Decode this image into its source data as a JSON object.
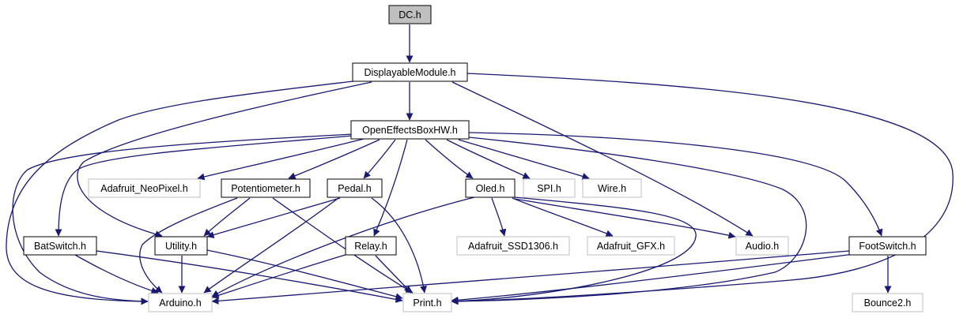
{
  "colors": {
    "edge": "#191970",
    "root_fill": "#bfbfbf",
    "node_border": "#000000",
    "external_border": "#bfbfbf",
    "background": "#ffffff"
  },
  "nodes": {
    "dc": {
      "label": "DC.h",
      "kind": "root"
    },
    "displayable": {
      "label": "DisplayableModule.h",
      "kind": "local"
    },
    "oebhw": {
      "label": "OpenEffectsBoxHW.h",
      "kind": "local"
    },
    "neopixel": {
      "label": "Adafruit_NeoPixel.h",
      "kind": "external"
    },
    "potentiometer": {
      "label": "Potentiometer.h",
      "kind": "local"
    },
    "pedal": {
      "label": "Pedal.h",
      "kind": "local"
    },
    "oled": {
      "label": "Oled.h",
      "kind": "local"
    },
    "spi": {
      "label": "SPI.h",
      "kind": "external"
    },
    "wire": {
      "label": "Wire.h",
      "kind": "external"
    },
    "batswitch": {
      "label": "BatSwitch.h",
      "kind": "local"
    },
    "utility": {
      "label": "Utility.h",
      "kind": "local"
    },
    "relay": {
      "label": "Relay.h",
      "kind": "local"
    },
    "ssd1306": {
      "label": "Adafruit_SSD1306.h",
      "kind": "external"
    },
    "gfx": {
      "label": "Adafruit_GFX.h",
      "kind": "external"
    },
    "audio": {
      "label": "Audio.h",
      "kind": "external"
    },
    "footswitch": {
      "label": "FootSwitch.h",
      "kind": "local"
    },
    "arduino": {
      "label": "Arduino.h",
      "kind": "external"
    },
    "print": {
      "label": "Print.h",
      "kind": "external"
    },
    "bounce2": {
      "label": "Bounce2.h",
      "kind": "external"
    }
  },
  "edges": [
    [
      "dc",
      "displayable"
    ],
    [
      "displayable",
      "oebhw"
    ],
    [
      "displayable",
      "arduino"
    ],
    [
      "displayable",
      "utility"
    ],
    [
      "displayable",
      "audio"
    ],
    [
      "displayable",
      "print"
    ],
    [
      "oebhw",
      "neopixel"
    ],
    [
      "oebhw",
      "potentiometer"
    ],
    [
      "oebhw",
      "pedal"
    ],
    [
      "oebhw",
      "oled"
    ],
    [
      "oebhw",
      "spi"
    ],
    [
      "oebhw",
      "wire"
    ],
    [
      "oebhw",
      "batswitch"
    ],
    [
      "oebhw",
      "arduino"
    ],
    [
      "oebhw",
      "relay"
    ],
    [
      "oebhw",
      "footswitch"
    ],
    [
      "oebhw",
      "print"
    ],
    [
      "potentiometer",
      "utility"
    ],
    [
      "potentiometer",
      "arduino"
    ],
    [
      "potentiometer",
      "print"
    ],
    [
      "pedal",
      "utility"
    ],
    [
      "pedal",
      "arduino"
    ],
    [
      "pedal",
      "print"
    ],
    [
      "oled",
      "ssd1306"
    ],
    [
      "oled",
      "gfx"
    ],
    [
      "oled",
      "audio"
    ],
    [
      "oled",
      "arduino"
    ],
    [
      "oled",
      "print"
    ],
    [
      "batswitch",
      "arduino"
    ],
    [
      "batswitch",
      "print"
    ],
    [
      "utility",
      "arduino"
    ],
    [
      "utility",
      "print"
    ],
    [
      "relay",
      "arduino"
    ],
    [
      "relay",
      "print"
    ],
    [
      "footswitch",
      "arduino"
    ],
    [
      "footswitch",
      "print"
    ],
    [
      "footswitch",
      "bounce2"
    ]
  ]
}
